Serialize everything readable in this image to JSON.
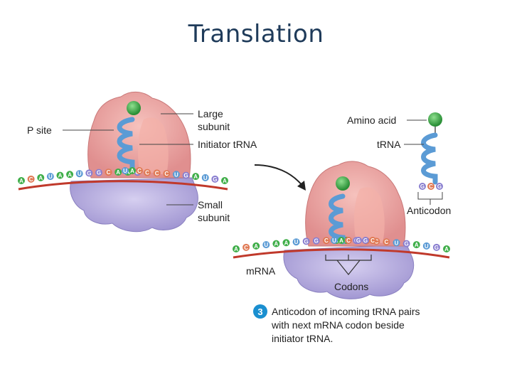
{
  "title": "Translation",
  "labels": {
    "p_site": "P site",
    "large_subunit": [
      "Large",
      "subunit"
    ],
    "initiator_trna": "Initiator tRNA",
    "small_subunit": [
      "Small",
      "subunit"
    ],
    "amino_acid": "Amino acid",
    "trna": "tRNA",
    "anticodon": "Anticodon",
    "mrna": "mRNA",
    "codons": "Codons"
  },
  "step": {
    "number": "3",
    "text_lines": [
      "Anticodon of incoming tRNA pairs",
      "with next mRNA codon beside",
      "initiator tRNA."
    ]
  },
  "colors": {
    "ribosome_large": "#e9a0a0",
    "ribosome_small": "#b9b0e0",
    "mrna_strand": "#c0392b",
    "trna": "#5b9bd5",
    "amino_acid": "#3fae49",
    "step_badge": "#1a8fd0"
  },
  "nucleotides": {
    "left_strand": [
      "A",
      "C",
      "A",
      "U",
      "A",
      "A",
      "U",
      "G",
      "G",
      "C",
      "A",
      "A",
      "G",
      "C",
      "C",
      "C",
      "U",
      "G",
      "A",
      "U",
      "G",
      "A"
    ],
    "right_strand": [
      "A",
      "C",
      "A",
      "U",
      "A",
      "A",
      "U",
      "G",
      "G",
      "C",
      "A",
      "A",
      "G",
      "C",
      "C",
      "C",
      "U",
      "G",
      "A",
      "U",
      "G",
      "A"
    ],
    "left_anticodon": [
      "U",
      "A",
      "C"
    ],
    "right_anticodon_a": [
      "U",
      "A",
      "C"
    ],
    "right_anticodon_b": [
      "G",
      "G",
      "C"
    ],
    "free_trna_anticodon": [
      "G",
      "C",
      "G"
    ]
  }
}
